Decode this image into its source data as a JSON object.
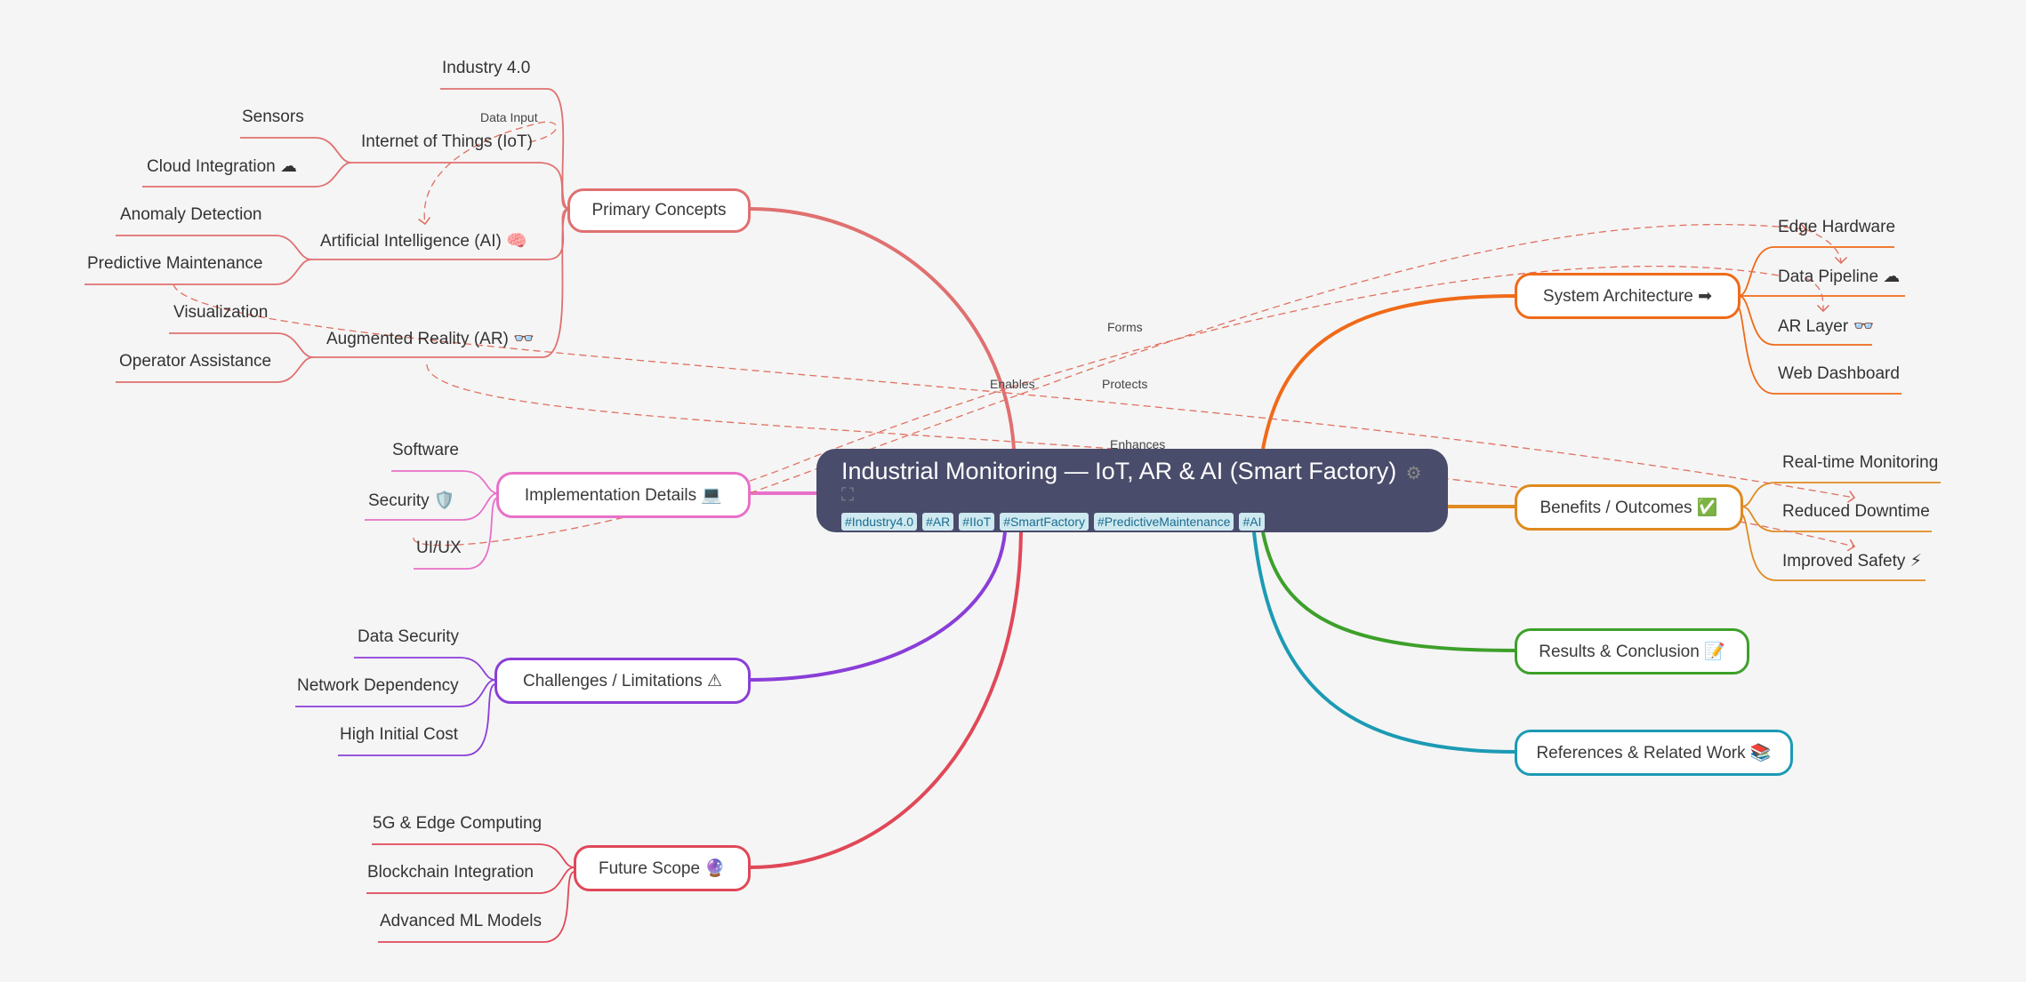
{
  "root": {
    "title": "Industrial Monitoring — IoT, AR & AI (Smart Factory)",
    "icons": "⚙ ⛶",
    "tags": [
      "#Industry4.0",
      "#AR",
      "#IIoT",
      "#SmartFactory",
      "#PredictiveMaintenance",
      "#AI"
    ]
  },
  "branches": {
    "primary": {
      "label": "Primary Concepts",
      "color": "#e07070"
    },
    "implementation": {
      "label": "Implementation Details 💻",
      "color": "#e870c8"
    },
    "challenges": {
      "label": "Challenges / Limitations ⚠",
      "color": "#8a3ed8"
    },
    "future": {
      "label": "Future Scope 🔮",
      "color": "#e04858"
    },
    "architecture": {
      "label": "System Architecture ➡",
      "color": "#f06a18"
    },
    "benefits": {
      "label": "Benefits / Outcomes ✅",
      "color": "#e08a20"
    },
    "results": {
      "label": "Results & Conclusion 📝",
      "color": "#3da02a"
    },
    "references": {
      "label": "References & Related Work 📚",
      "color": "#1c9ab4"
    }
  },
  "leaves": {
    "industry40": "Industry 4.0",
    "iot": "Internet of Things (IoT)",
    "sensors": "Sensors",
    "cloud": "Cloud Integration ☁",
    "ai": "Artificial Intelligence (AI) 🧠",
    "anomaly": "Anomaly Detection",
    "predictive": "Predictive Maintenance",
    "ar": "Augmented Reality (AR) 👓",
    "visualization": "Visualization",
    "operator": "Operator Assistance",
    "software": "Software",
    "security": "Security 🛡️",
    "uiux": "UI/UX",
    "datasec": "Data Security",
    "network": "Network Dependency",
    "cost": "High Initial Cost",
    "fiveg": "5G & Edge Computing",
    "blockchain": "Blockchain Integration",
    "advml": "Advanced ML Models",
    "edge": "Edge Hardware",
    "pipeline": "Data Pipeline ☁",
    "arlayer": "AR Layer 👓",
    "webdash": "Web Dashboard",
    "realtime": "Real-time Monitoring",
    "downtime": "Reduced Downtime",
    "safety": "Improved Safety ⚡"
  },
  "relations": {
    "data_input": "Data Input",
    "forms": "Forms",
    "enables": "Enables",
    "protects": "Protects",
    "enhances": "Enhances"
  }
}
